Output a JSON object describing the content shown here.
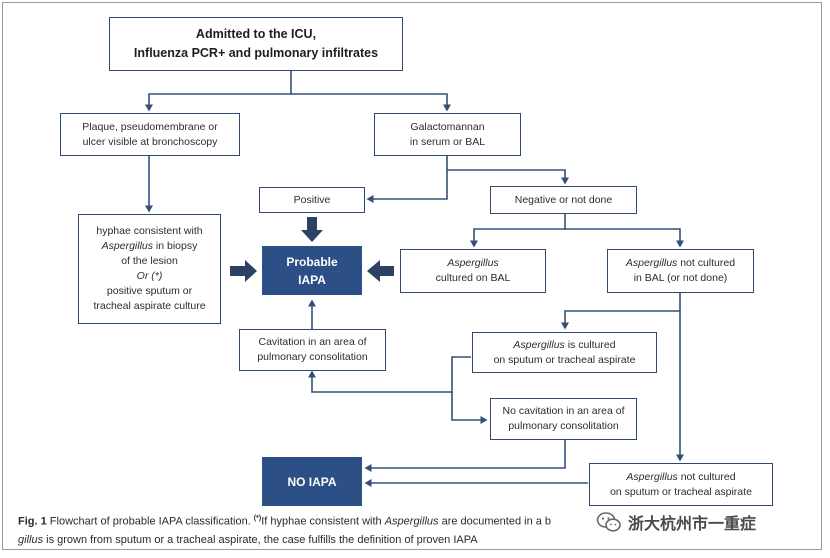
{
  "title_box": {
    "line1": "Admitted to the ICU,",
    "line2": "Influenza PCR+ and pulmonary infiltrates"
  },
  "plaque_box": {
    "line1": "Plaque, pseudomembrane or",
    "line2": "ulcer visible at bronchoscopy"
  },
  "galacto_box": {
    "line1": "Galactomannan",
    "line2": "in serum or BAL"
  },
  "positive_box": {
    "label": "Positive"
  },
  "negative_box": {
    "label": "Negative or not done"
  },
  "hyphae_box": {
    "line1": "hyphae consistent with",
    "line2_italic": "Aspergillus",
    "line2_rest": " in biopsy",
    "line3": "of the lesion",
    "line4_italic": "Or (*)",
    "line5": "positive sputum or",
    "line6": "tracheal aspirate culture"
  },
  "probable_box": {
    "line1": "Probable",
    "line2": "IAPA"
  },
  "asp_bal_box": {
    "line1_italic": "Aspergillus",
    "line2": "cultured on BAL"
  },
  "asp_not_bal_box": {
    "line1_italic": "Aspergillus",
    "line1_rest": " not cultured",
    "line2": "in BAL (or not done)"
  },
  "cavitation_box": {
    "line1": "Cavitation in an area of",
    "line2": "pulmonary consolitation"
  },
  "asp_sputum_box": {
    "line1_italic": "Aspergillus",
    "line1_rest": " is cultured",
    "line2": "on sputum or tracheal aspirate"
  },
  "no_cavitation_box": {
    "line1": "No cavitation in an area of",
    "line2": "pulmonary consolitation"
  },
  "no_iapa_box": {
    "label": "NO IAPA"
  },
  "asp_not_sputum_box": {
    "line1_italic": "Aspergillus",
    "line1_rest": " not cultured",
    "line2": "on sputum or tracheal aspirate"
  },
  "caption": {
    "fig_label": "Fig. 1",
    "text1": "  Flowchart of probable IAPA classification. ",
    "sup": "(*)",
    "text2": "If hyphae consistent with ",
    "italic1": "Aspergillus",
    "text3": " are documented in a b",
    "italic2": "gillus",
    "text4": " is grown from sputum or a tracheal aspirate, the case fulfills the definition of proven IAPA"
  },
  "watermark": {
    "text": "浙大杭州市一重症",
    "icon": "wechat-icon"
  },
  "colors": {
    "navy": "#2c4f86",
    "line": "#34507a",
    "text": "#2c2c2c"
  }
}
